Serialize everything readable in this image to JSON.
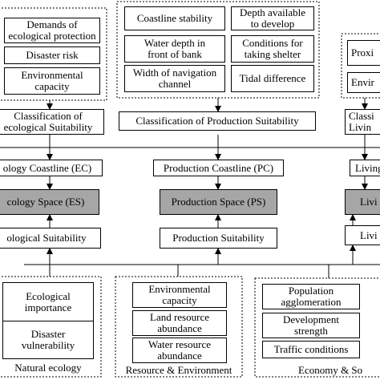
{
  "top_groups": {
    "ecology": {
      "items": [
        "Demands of\necological protection",
        "Disaster risk",
        "Environmental\ncapacity"
      ],
      "classification": "Classification of\necological Suitability"
    },
    "production": {
      "left_items": [
        "Coastline stability",
        "Water depth in\nfront of bank",
        "Width of navigation\nchannel"
      ],
      "right_items": [
        "Depth available\nto develop",
        "Conditions for\ntaking shelter",
        "Tidal difference"
      ],
      "classification": "Classification of Production Suitability"
    },
    "living": {
      "items": [
        "Proxi",
        "Envir"
      ],
      "classification": "Classi\nLivin"
    }
  },
  "coastlines": [
    "ology Coastline (EC)",
    "Production Coastline (PC)",
    "Living"
  ],
  "spaces": [
    "cology Space (ES)",
    "Production Space (PS)",
    "Livi"
  ],
  "suitability": [
    "ological Suitability",
    "Production Suitability",
    "Livi"
  ],
  "bottom_groups": {
    "natural": {
      "items": [
        "Ecological\nimportance",
        "Disaster\nvulnerability"
      ],
      "caption": "Natural ecology"
    },
    "resource": {
      "items": [
        "Environmental\ncapacity",
        "Land resource\nabundance",
        "Water resource\nabundance"
      ],
      "caption": "Resource & Environment"
    },
    "economy": {
      "items": [
        "Population\nagglomeration",
        "Development\nstrength",
        "Traffic conditions"
      ],
      "caption": "Economy & So"
    }
  },
  "colors": {
    "space_fill": "#a6a6a6",
    "stroke": "#000000"
  }
}
